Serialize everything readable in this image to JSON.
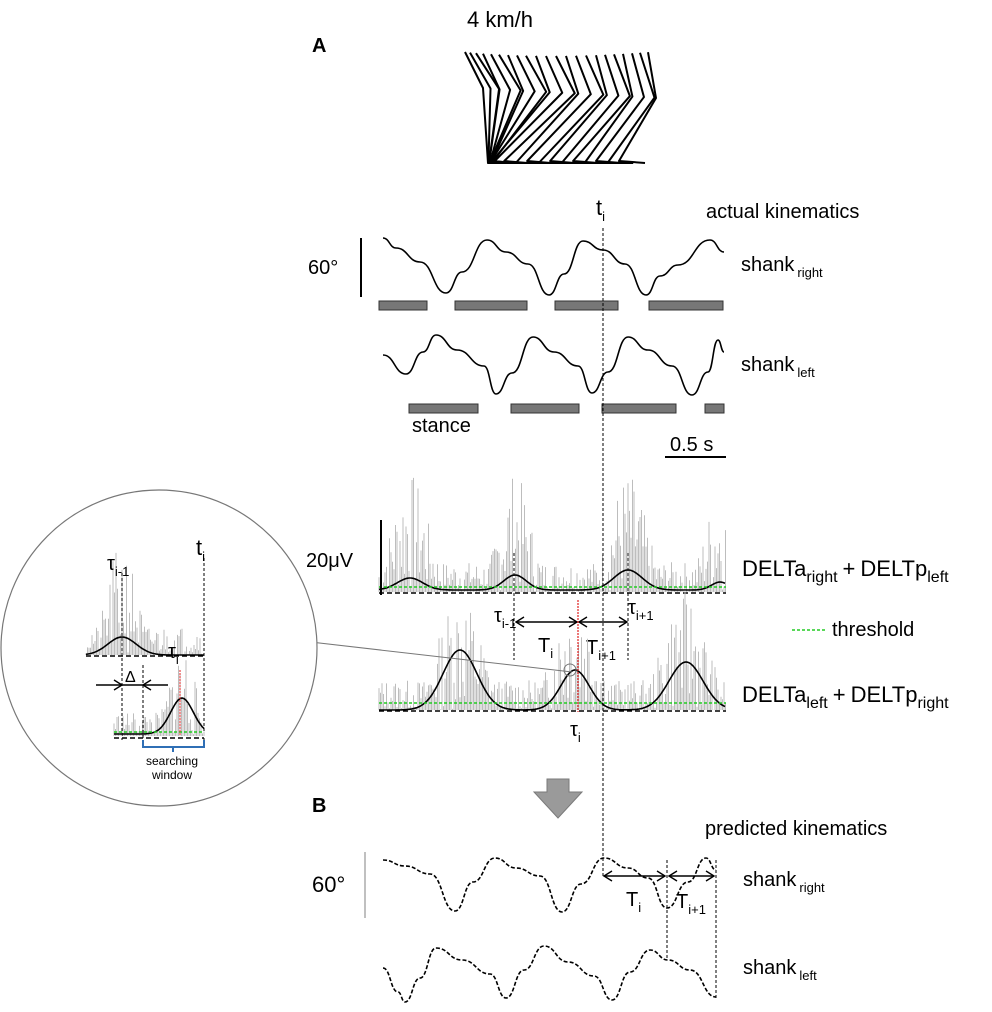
{
  "panel_a": "A",
  "panel_b": "B",
  "speed": "4 km/h",
  "actual_kinematics": "actual kinematics",
  "predicted_kinematics": "predicted kinematics",
  "t_i": "t",
  "t_i_sub": "i",
  "scale_angle": "60°",
  "scale_angle_b": "60°",
  "shank": "shank",
  "right": "right",
  "left": "left",
  "stance": "stance",
  "scale_time": "0.5 s",
  "scale_emg": "20μV",
  "delta_a": "DELTa",
  "delta_p": "DELTp",
  "plus": "+",
  "threshold": "threshold",
  "tau": "τ",
  "sub_i": "i",
  "sub_i_minus_1": "i-1",
  "sub_i_plus_1": "i+1",
  "T": "T",
  "delta_symbol": "Δ",
  "searching_window": "searching\nwindow",
  "searching": "searching",
  "window": "window",
  "colors": {
    "emg": "#bdbdbd",
    "threshold": "#22cc22",
    "tau_marker": "#e02020",
    "search_bracket": "#2f6fb5",
    "stance_bar": "#777777"
  }
}
